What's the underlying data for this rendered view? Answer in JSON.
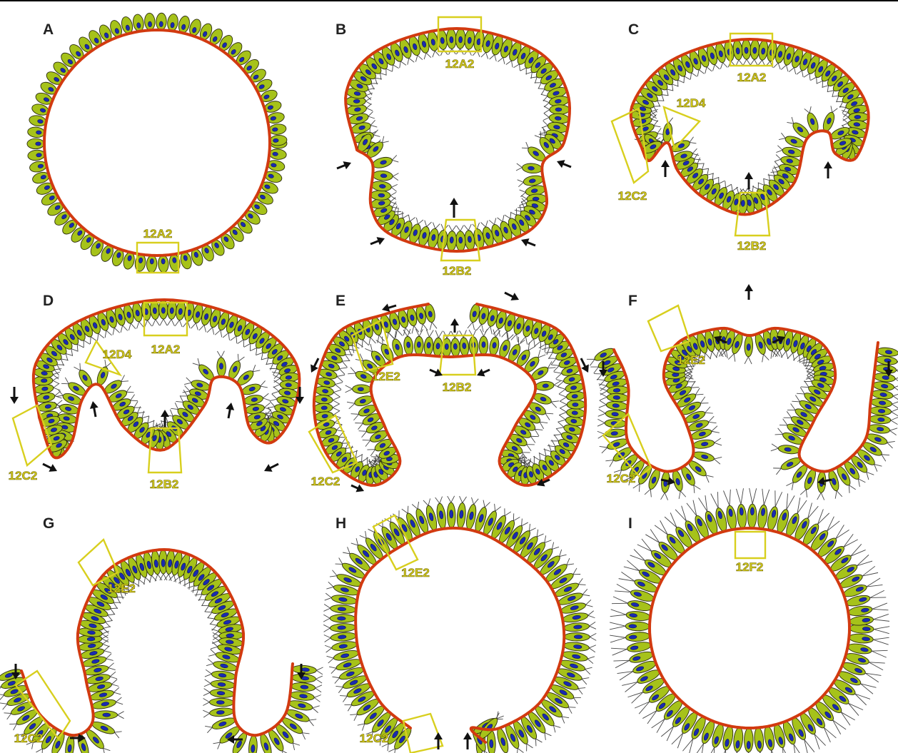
{
  "colors": {
    "cell_fill": "#a6c21a",
    "nucleus": "#1a2bb0",
    "membrane": "#d23a10",
    "outline": "#2c2c10",
    "box": "#d8cf1e",
    "arrow": "#111111",
    "cilia": "#444444"
  },
  "panels": [
    {
      "id": "A",
      "label": "A",
      "boxes": [
        "12A2"
      ]
    },
    {
      "id": "B",
      "label": "B",
      "boxes": [
        "12A2",
        "12B2"
      ]
    },
    {
      "id": "C",
      "label": "C",
      "boxes": [
        "12A2",
        "12D4",
        "12C2",
        "12B2"
      ]
    },
    {
      "id": "D",
      "label": "D",
      "boxes": [
        "12A2",
        "12D4",
        "12C2",
        "12B2"
      ]
    },
    {
      "id": "E",
      "label": "E",
      "boxes": [
        "12E2",
        "12B2",
        "12C2"
      ]
    },
    {
      "id": "F",
      "label": "F",
      "boxes": [
        "12E2",
        "12C2"
      ]
    },
    {
      "id": "G",
      "label": "G",
      "boxes": [
        "12E2",
        "12C2"
      ]
    },
    {
      "id": "H",
      "label": "H",
      "boxes": [
        "12E2",
        "12C2"
      ]
    },
    {
      "id": "I",
      "label": "I",
      "boxes": [
        "12F2"
      ]
    }
  ]
}
